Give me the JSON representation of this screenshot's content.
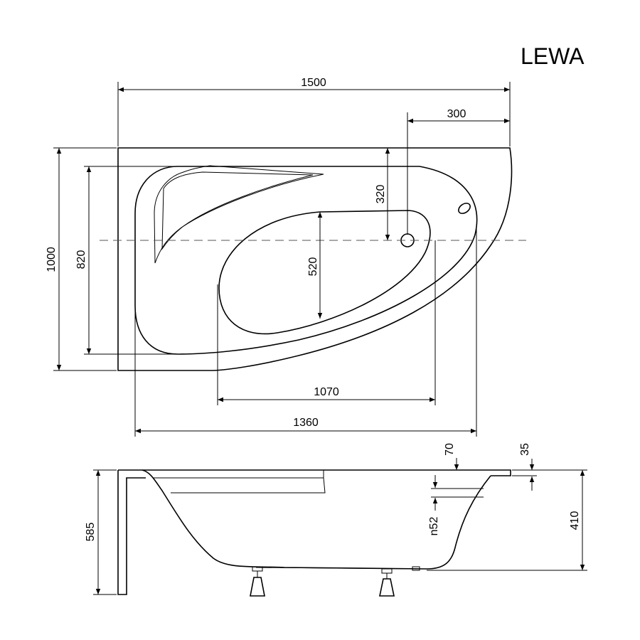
{
  "title": "LEWA",
  "dimensions": {
    "total_width": "1500",
    "drain_offset": "300",
    "total_depth": "1000",
    "inner_depth": "820",
    "drain_depth": "320",
    "basin_depth": "520",
    "basin_length": "1070",
    "inner_length": "1360",
    "height_total": "585",
    "height_inner": "410",
    "rim_70": "70",
    "rim_35": "35",
    "overflow": "n52"
  },
  "colors": {
    "line": "#000000",
    "axis": "#555555",
    "background": "#ffffff"
  }
}
